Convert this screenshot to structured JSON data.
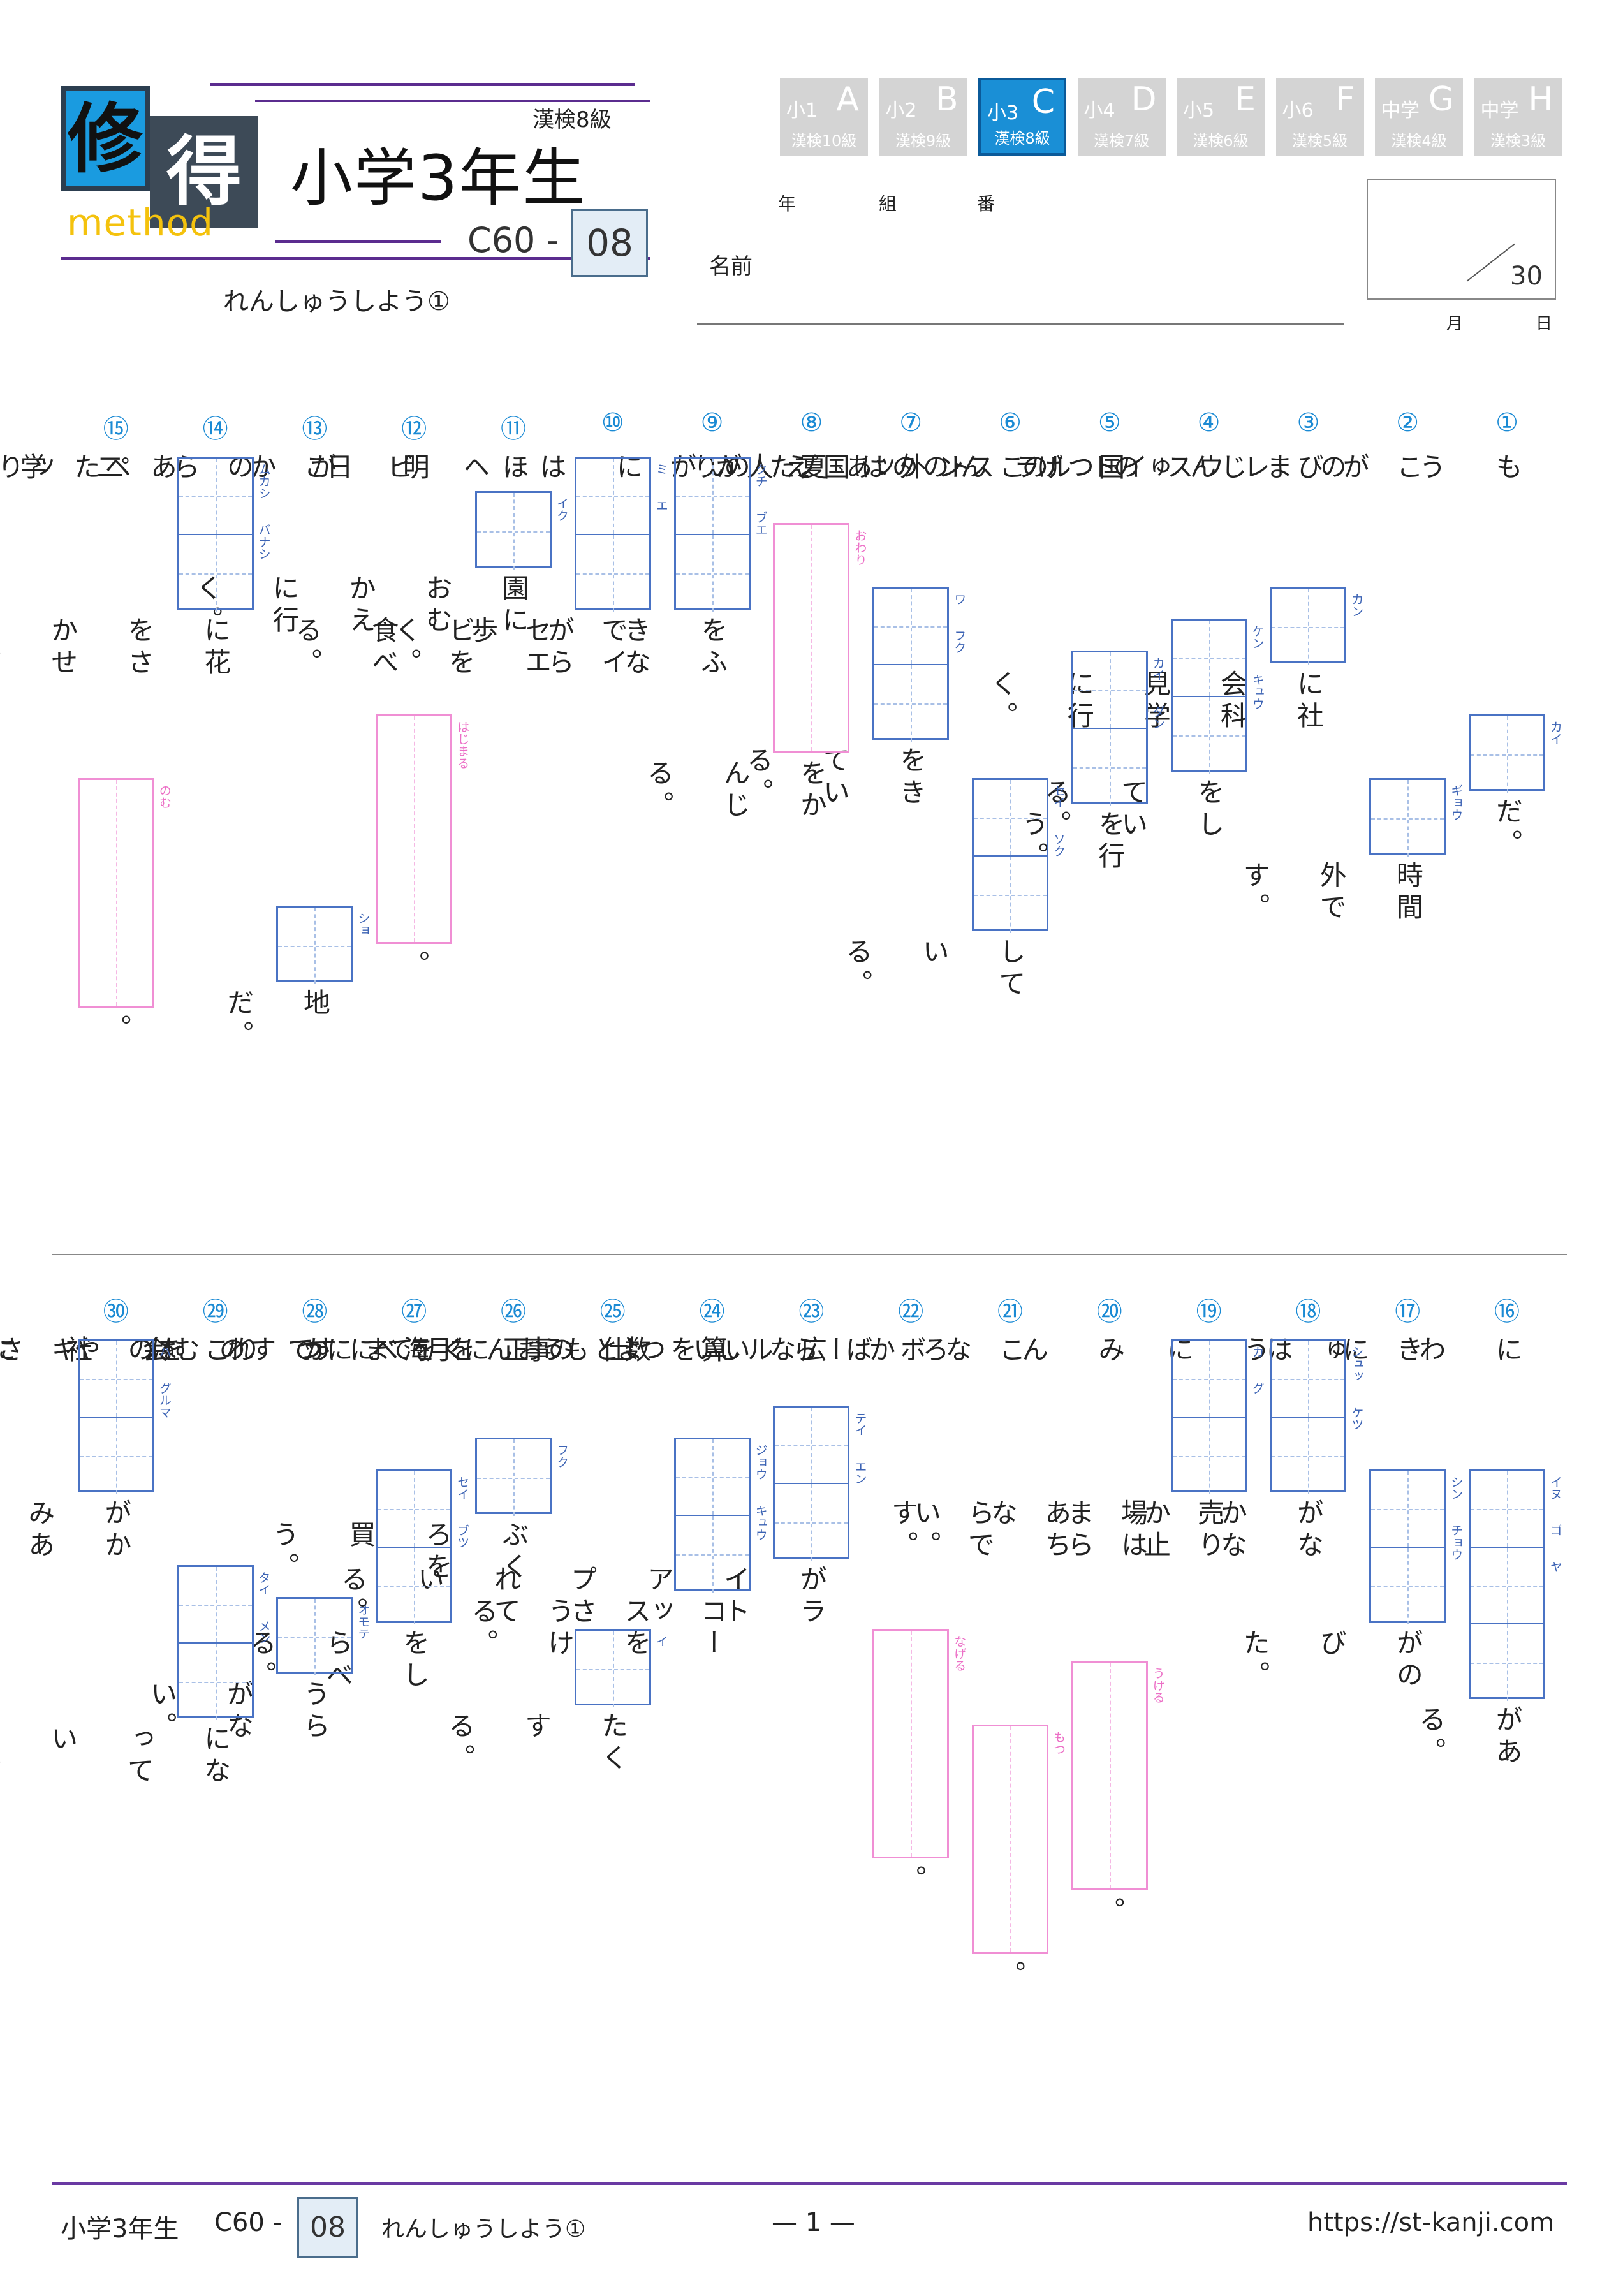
{
  "header": {
    "logo_kanji_1": "修",
    "logo_kanji_2": "得",
    "logo_word": "method",
    "title": "小学3年生",
    "kanken_level": "漢検8級",
    "code_prefix": "C60 -",
    "code_number": "08",
    "subtitle": "れんしゅうしよう①"
  },
  "grade_tabs": [
    {
      "grade": "小1",
      "letter": "A",
      "kanken": "漢検10級",
      "active": false
    },
    {
      "grade": "小2",
      "letter": "B",
      "kanken": "漢検9級",
      "active": false
    },
    {
      "grade": "小3",
      "letter": "C",
      "kanken": "漢検8級",
      "active": true
    },
    {
      "grade": "小4",
      "letter": "D",
      "kanken": "漢検7級",
      "active": false
    },
    {
      "grade": "小5",
      "letter": "E",
      "kanken": "漢検6級",
      "active": false
    },
    {
      "grade": "小6",
      "letter": "F",
      "kanken": "漢検5級",
      "active": false
    },
    {
      "grade": "中学",
      "letter": "G",
      "kanken": "漢検4級",
      "active": false
    },
    {
      "grade": "中学",
      "letter": "H",
      "kanken": "漢検3級",
      "active": false
    }
  ],
  "student": {
    "year_label": "年",
    "class_label": "組",
    "number_label": "番",
    "name_label": "名前",
    "month_label": "月",
    "day_label": "日",
    "score_total": "30"
  },
  "questions": [
    {
      "num": "①",
      "segs": [
        {
          "t": "text",
          "v": "もうがまんのげん"
        },
        {
          "t": "box",
          "style": "b",
          "ruby": "カイ",
          "cells": 1
        },
        {
          "t": "text",
          "v": "だ。"
        }
      ]
    },
    {
      "num": "②",
      "segs": [
        {
          "t": "text",
          "v": "このレストランはえい"
        },
        {
          "t": "box",
          "style": "b",
          "ruby": "ギョウ",
          "cells": 1
        },
        {
          "t": "text",
          "v": "時間外です。"
        }
      ]
    },
    {
      "num": "③",
      "segs": [
        {
          "t": "text",
          "v": "びじゅつ"
        },
        {
          "t": "box",
          "style": "b",
          "ruby": "カン",
          "cells": 1
        },
        {
          "t": "text",
          "v": "に社会科見学に行く。"
        }
      ]
    },
    {
      "num": "④",
      "segs": [
        {
          "t": "text",
          "v": "ウイルスの"
        },
        {
          "t": "box",
          "style": "b",
          "ruby": "ケン　　キュウ",
          "cells": 2
        },
        {
          "t": "text",
          "v": "をしている。"
        }
      ]
    },
    {
      "num": "⑤",
      "segs": [
        {
          "t": "text",
          "v": "国のトップが"
        },
        {
          "t": "box",
          "style": "b",
          "ruby": "カイ　　ダン",
          "cells": 2
        },
        {
          "t": "text",
          "v": "を行う。"
        }
      ]
    },
    {
      "num": "⑥",
      "segs": [
        {
          "t": "text",
          "v": "このあたりにはヘビが"
        },
        {
          "t": "box",
          "style": "b",
          "ruby": "セイ　　ソク",
          "cells": 2
        },
        {
          "t": "text",
          "v": "している。"
        }
      ]
    },
    {
      "num": "⑦",
      "segs": [
        {
          "t": "text",
          "v": "外国人が"
        },
        {
          "t": "box",
          "style": "b",
          "ruby": "ワ　　フク",
          "cells": 2
        },
        {
          "t": "text",
          "v": "をきている。"
        }
      ]
    },
    {
      "num": "⑧",
      "segs": [
        {
          "t": "text",
          "v": "夏の"
        },
        {
          "t": "box",
          "style": "p",
          "ruby": "おわり",
          "cells": 3
        },
        {
          "t": "text",
          "v": "をかんじる。"
        }
      ]
    },
    {
      "num": "⑨",
      "segs": [
        {
          "t": "box",
          "style": "b",
          "ruby": "クチ　　ブエ",
          "cells": 2
        },
        {
          "t": "text",
          "v": "をふきながら歩く。"
        }
      ]
    },
    {
      "num": "⑩",
      "segs": [
        {
          "t": "box",
          "style": "b",
          "ruby": "ミ　　エ",
          "cells": 2
        },
        {
          "t": "text",
          "v": "でイセエビを食べる。"
        }
      ]
    },
    {
      "num": "⑪",
      "segs": [
        {
          "t": "text",
          "v": "ほ"
        },
        {
          "t": "box",
          "style": "b",
          "ruby": "イク",
          "cells": 1
        },
        {
          "t": "text",
          "v": "園におむかえに行く。"
        }
      ]
    },
    {
      "num": "⑫",
      "segs": [
        {
          "t": "text",
          "v": "明日から二学期が"
        },
        {
          "t": "box",
          "style": "p",
          "ruby": "はじまる",
          "cells": 3
        },
        {
          "t": "text",
          "v": "。"
        }
      ]
    },
    {
      "num": "⑬",
      "segs": [
        {
          "t": "text",
          "v": "このあたりは夏でもすずしいひ"
        },
        {
          "t": "box",
          "style": "b",
          "ruby": "ショ",
          "cells": 1
        },
        {
          "t": "text",
          "v": "地だ。"
        }
      ]
    },
    {
      "num": "⑭",
      "segs": [
        {
          "t": "box",
          "style": "b",
          "ruby": "ムカシ　　バナシ",
          "cells": 2
        },
        {
          "t": "text",
          "v": "に花をさかせる。"
        }
      ]
    },
    {
      "num": "⑮",
      "segs": [
        {
          "t": "text",
          "v": "ペットボトルのお茶を"
        },
        {
          "t": "box",
          "style": "p",
          "ruby": "のむ",
          "cells": 3
        },
        {
          "t": "text",
          "v": "。"
        }
      ]
    },
    {
      "num": "⑯",
      "segs": [
        {
          "t": "text",
          "v": "にわには"
        },
        {
          "t": "box",
          "style": "b",
          "ruby": "イヌ　　ゴ　　ヤ",
          "cells": 3
        },
        {
          "t": "text",
          "v": "がある。"
        }
      ]
    },
    {
      "num": "⑰",
      "segs": [
        {
          "t": "text",
          "v": "きゅうに"
        },
        {
          "t": "box",
          "style": "b",
          "ruby": "シン　　チョウ",
          "cells": 2
        },
        {
          "t": "text",
          "v": "がのびた。"
        }
      ]
    },
    {
      "num": "⑱",
      "segs": [
        {
          "t": "box",
          "style": "b",
          "ruby": "シュッ　　ケツ",
          "cells": 2
        },
        {
          "t": "text",
          "v": "がなかなか止まらない。"
        }
      ]
    },
    {
      "num": "⑲",
      "segs": [
        {
          "t": "box",
          "style": "b",
          "ruby": "カ　　グ",
          "cells": 2
        },
        {
          "t": "text",
          "v": "売り場はあちらです。"
        }
      ]
    },
    {
      "num": "⑳",
      "segs": [
        {
          "t": "text",
          "v": "みんなからしつもんを"
        },
        {
          "t": "box",
          "style": "p",
          "ruby": "うける",
          "cells": 3
        },
        {
          "t": "text",
          "v": "。"
        }
      ]
    },
    {
      "num": "㉑",
      "segs": [
        {
          "t": "text",
          "v": "ころばないようにてすりを"
        },
        {
          "t": "box",
          "style": "p",
          "ruby": "もつ",
          "cells": 3
        },
        {
          "t": "text",
          "v": "。"
        }
      ]
    },
    {
      "num": "㉒",
      "segs": [
        {
          "t": "text",
          "v": "ボールをとおくまで"
        },
        {
          "t": "box",
          "style": "p",
          "ruby": "なげる",
          "cells": 3
        },
        {
          "t": "text",
          "v": "。"
        }
      ]
    },
    {
      "num": "㉓",
      "segs": [
        {
          "t": "text",
          "v": "広い"
        },
        {
          "t": "box",
          "style": "b",
          "ruby": "テイ　　エン",
          "cells": 2
        },
        {
          "t": "text",
          "v": "がライトアップされている。"
        }
      ]
    },
    {
      "num": "㉔",
      "segs": [
        {
          "t": "text",
          "v": "算数の"
        },
        {
          "t": "box",
          "style": "b",
          "ruby": "ジョウ　　キュウ",
          "cells": 2
        },
        {
          "t": "text",
          "v": "コースをうける。"
        }
      ]
    },
    {
      "num": "㉕",
      "segs": [
        {
          "t": "text",
          "v": "仕事をべつの会社に"
        },
        {
          "t": "box",
          "style": "b",
          "ruby": "イ",
          "cells": 1
        },
        {
          "t": "text",
          "v": "たくする。"
        }
      ]
    },
    {
      "num": "㉖",
      "segs": [
        {
          "t": "text",
          "v": "正月に"
        },
        {
          "t": "box",
          "style": "b",
          "ruby": "フク",
          "cells": 1
        },
        {
          "t": "text",
          "v": "ぶくろを買う。"
        }
      ]
    },
    {
      "num": "㉗",
      "segs": [
        {
          "t": "text",
          "v": "海にすむ"
        },
        {
          "t": "box",
          "style": "b",
          "ruby": "セイ　　ブツ",
          "cells": 2
        },
        {
          "t": "text",
          "v": "をしらべる。"
        }
      ]
    },
    {
      "num": "㉘",
      "segs": [
        {
          "t": "text",
          "v": "かれはやさしくて"
        },
        {
          "t": "box",
          "style": "b",
          "ruby": "オモテ",
          "cells": 1
        },
        {
          "t": "text",
          "v": "うらがない。"
        }
      ]
    },
    {
      "num": "㉙",
      "segs": [
        {
          "t": "text",
          "v": "このキッチンは"
        },
        {
          "t": "box",
          "style": "b",
          "ruby": "タイ　　メン",
          "cells": 2
        },
        {
          "t": "text",
          "v": "になっている。"
        }
      ]
    },
    {
      "num": "㉚",
      "segs": [
        {
          "t": "box",
          "style": "b",
          "ruby": "ハ　　グルマ",
          "cells": 2
        },
        {
          "t": "text",
          "v": "がかみあわない。"
        }
      ]
    }
  ],
  "footer": {
    "title": "小学3年生",
    "code_prefix": "C60 -",
    "code_number": "08",
    "subtitle": "れんしゅうしよう①",
    "page": "— 1 —",
    "url": "https://st-kanji.com"
  },
  "colors": {
    "accent_blue": "#1a8ad4",
    "box_blue": "#4a73c4",
    "box_pink": "#f08fd4",
    "rule_purple": "#5b2c8f"
  }
}
